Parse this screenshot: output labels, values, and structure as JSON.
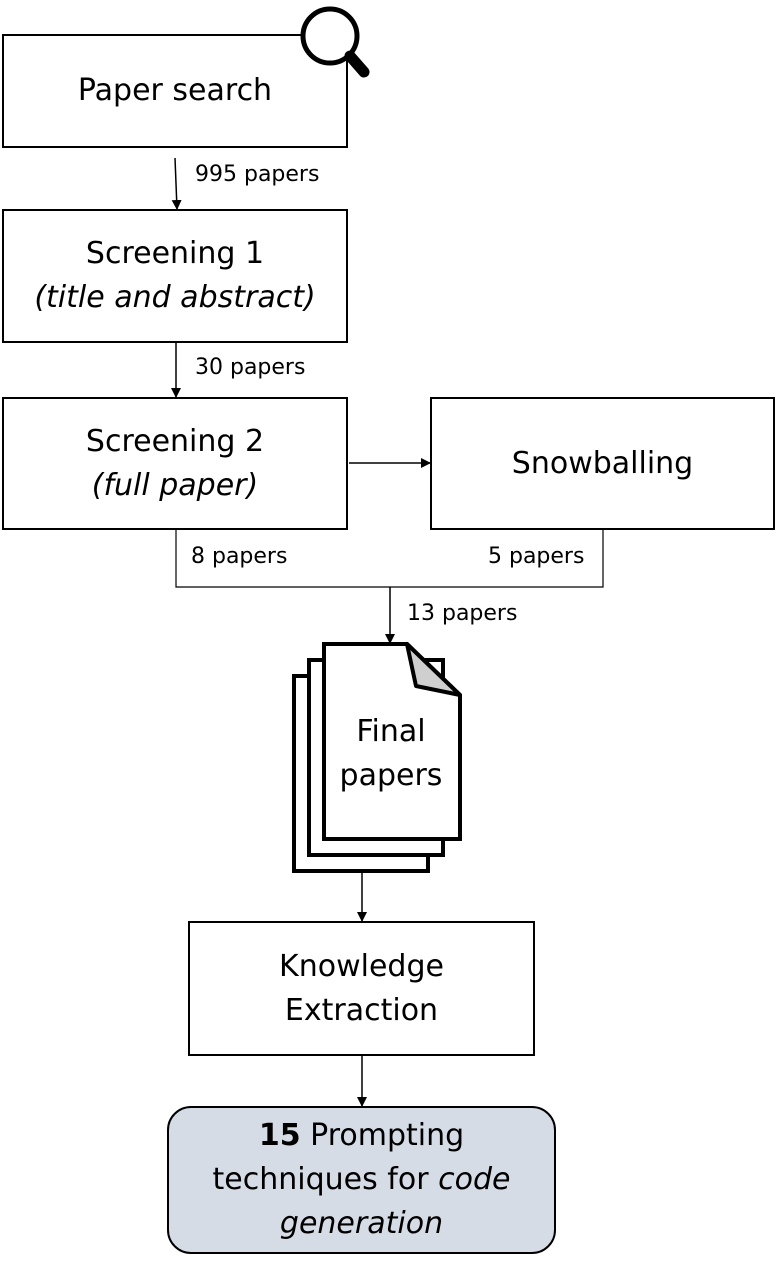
{
  "steps": {
    "paper_search": "Paper search",
    "screening1": {
      "title": "Screening 1",
      "subtitle": "(title and abstract)"
    },
    "screening2": {
      "title": "Screening 2",
      "subtitle": "(full paper)"
    },
    "snowballing": "Snowballing",
    "final_papers": [
      "Final",
      "papers"
    ],
    "knowledge_extraction": [
      "Knowledge",
      "Extraction"
    ],
    "result": {
      "count": "15",
      "line1": "Prompting",
      "line2": "techniques for ",
      "emph1": "code",
      "emph2": "generation"
    }
  },
  "flows": {
    "after_search": "995 papers",
    "after_screening1": "30 papers",
    "from_screening2": "8 papers",
    "from_snowballing": "5 papers",
    "merged": "13 papers"
  },
  "icons": {
    "search": "magnifier-icon",
    "documents": "document-stack-icon"
  }
}
